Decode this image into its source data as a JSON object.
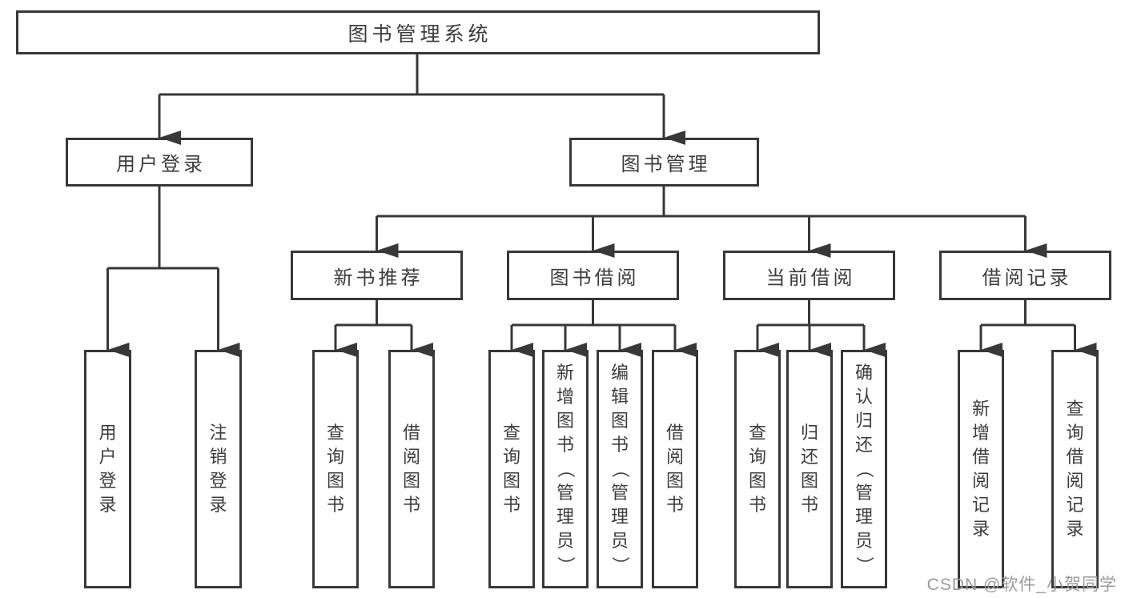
{
  "diagram": {
    "tree": {
      "label": "图书管理系统",
      "children": [
        {
          "label": "用户登录",
          "children": [
            {
              "label": "用户登录"
            },
            {
              "label": "注销登录"
            }
          ]
        },
        {
          "label": "图书管理",
          "children": [
            {
              "label": "新书推荐",
              "children": [
                {
                  "label": "查询图书"
                },
                {
                  "label": "借阅图书"
                }
              ]
            },
            {
              "label": "图书借阅",
              "children": [
                {
                  "label": "查询图书"
                },
                {
                  "label": "新增图书（管理员）"
                },
                {
                  "label": "编辑图书（管理员）"
                },
                {
                  "label": "借阅图书"
                }
              ]
            },
            {
              "label": "当前借阅",
              "children": [
                {
                  "label": "查询图书"
                },
                {
                  "label": "归还图书"
                },
                {
                  "label": "确认归还（管理员）"
                }
              ]
            },
            {
              "label": "借阅记录",
              "children": [
                {
                  "label": "新增借阅记录"
                },
                {
                  "label": "查询借阅记录"
                }
              ]
            }
          ]
        }
      ]
    },
    "watermark": {
      "text": "CSDN @软件_小贺同学"
    },
    "colors": {
      "line": "#383838",
      "box_border": "#383838",
      "text": "#3c3c3c",
      "watermark": "#9a9a9a",
      "background": "#ffffff"
    }
  }
}
